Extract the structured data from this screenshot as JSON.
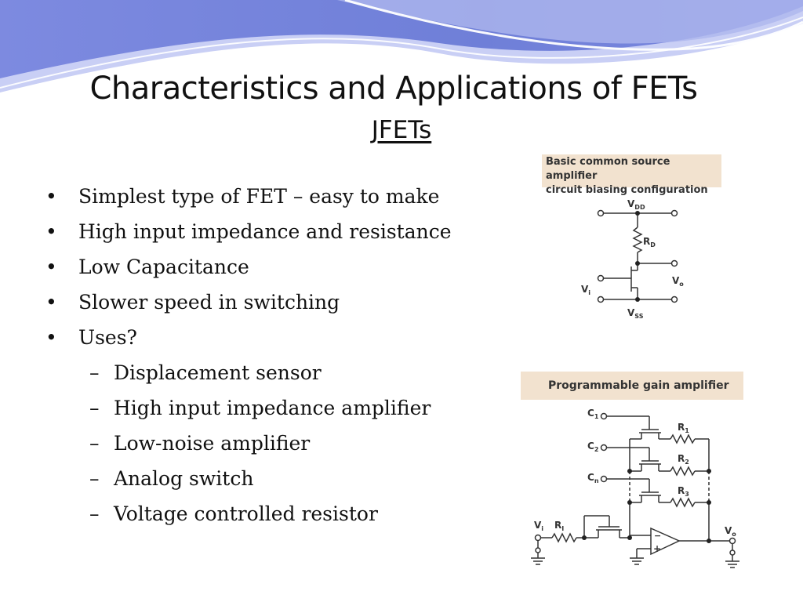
{
  "slide": {
    "title": "Characteristics and Applications of FETs",
    "subtitle": "JFETs"
  },
  "bullets": [
    "Simplest type of FET – easy to make",
    "High input impedance and resistance",
    "Low Capacitance",
    "Slower speed in switching",
    "Uses?"
  ],
  "sub_bullets": [
    "Displacement sensor",
    "High input impedance amplifier",
    "Low-noise amplifier",
    "Analog switch",
    "Voltage controlled resistor"
  ],
  "bullet_marker": "•",
  "sub_bullet_marker": "–",
  "figure1": {
    "caption_line1": "Basic common source amplifier",
    "caption_line2": "circuit biasing configuration",
    "labels": {
      "vdd": "V",
      "vdd_sub": "DD",
      "rd": "R",
      "rd_sub": "D",
      "vi": "V",
      "vi_sub": "i",
      "vo": "V",
      "vo_sub": "o",
      "vss": "V",
      "vss_sub": "SS"
    }
  },
  "figure2": {
    "caption": "Programmable gain amplifier",
    "labels": {
      "c1": "C",
      "c1_sub": "1",
      "c2": "C",
      "c2_sub": "2",
      "cn": "C",
      "cn_sub": "n",
      "r1": "R",
      "r1_sub": "1",
      "r2": "R",
      "r2_sub": "2",
      "r3": "R",
      "r3_sub": "3",
      "vi": "V",
      "vi_sub": "i",
      "ri": "R",
      "ri_sub": "I",
      "vo": "V",
      "vo_sub": "o",
      "minus": "−",
      "plus": "+"
    }
  },
  "colors": {
    "banner_dark": "#6f7fd8",
    "banner_mid": "#9aa6ea",
    "banner_light": "#c9cff5",
    "caption_bg": "#f2e2cf",
    "text": "#111111",
    "circuit": "#333333"
  }
}
